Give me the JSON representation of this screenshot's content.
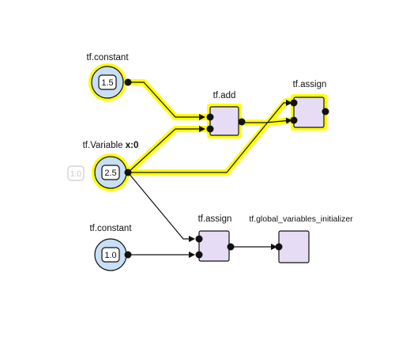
{
  "colors": {
    "highlight": "#ffff00",
    "node_fill": "#c8dff5",
    "op_fill": "#e6ddf4",
    "stroke": "#111111",
    "ghost": "#cccccc"
  },
  "nodes": {
    "const1": {
      "label": "tf.constant",
      "value": "1.5"
    },
    "add": {
      "label": "tf.add"
    },
    "assign1": {
      "label": "tf.assign"
    },
    "variable": {
      "label": "tf.Variable",
      "label_suffix": "x:0",
      "value": "2.5",
      "previous_value": "1.0"
    },
    "const2": {
      "label": "tf.constant",
      "value": "1.0"
    },
    "assign2": {
      "label": "tf.assign"
    },
    "init": {
      "label": "tf.global_variables_initializer"
    }
  }
}
